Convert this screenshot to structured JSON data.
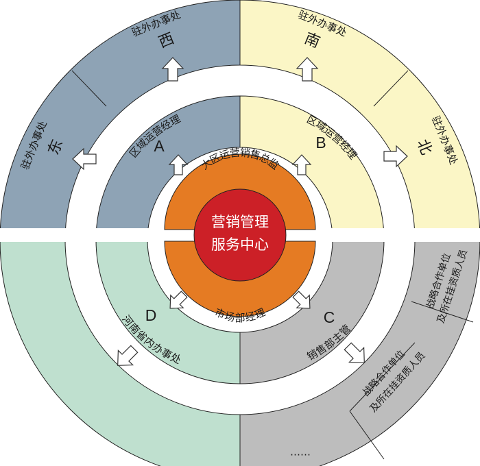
{
  "colors": {
    "west": "#8ea3b5",
    "south": "#fbf6c6",
    "north": "#fbf6c6",
    "east": "#8ea3b5",
    "sw": "#bfe0cf",
    "se": "#bdbdbd",
    "orange": "#e57b23",
    "red": "#cc2027"
  },
  "outer": {
    "west": {
      "title": "驻外办事处",
      "region": "西"
    },
    "south": {
      "title": "驻外办事处",
      "region": "南"
    },
    "east": {
      "title": "驻外办事处",
      "region": "东"
    },
    "north": {
      "title": "驻外办事处",
      "region": "北"
    },
    "se_upper": {
      "line1": "战略合作单位",
      "line2": "及所在挂资质人员"
    },
    "se_lower": {
      "line1": "战略合作单位",
      "line2": "及所在挂资质人员"
    },
    "se_more": "……"
  },
  "middle": {
    "a": {
      "label": "区域运营经理",
      "letter": "A"
    },
    "b": {
      "label": "区域运营经理",
      "letter": "B"
    },
    "c": {
      "label": "销售部主管",
      "letter": "C"
    },
    "d": {
      "label": "河南省内办事处",
      "letter": "D"
    }
  },
  "inner_ring": {
    "top": "大区运营销售总监",
    "bottom": "市场部经理"
  },
  "center": {
    "line1": "营销管理",
    "line2": "服务中心"
  }
}
